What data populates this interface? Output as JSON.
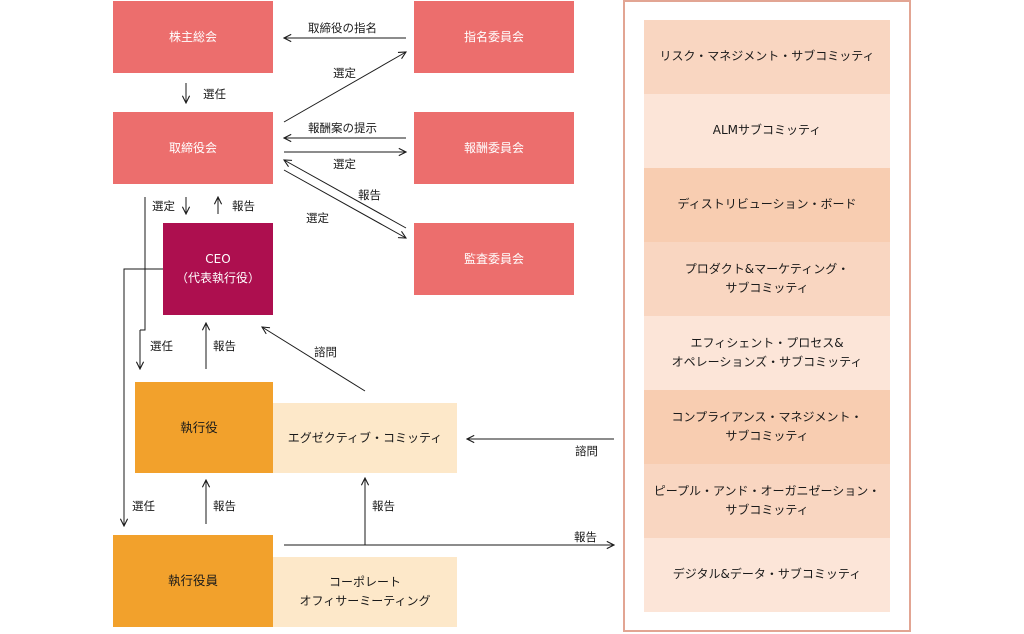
{
  "boxes": {
    "shareholders": "株主総会",
    "board": "取締役会",
    "nomination": "指名委員会",
    "compensation": "報酬委員会",
    "audit": "監査委員会",
    "ceo_line1": "CEO",
    "ceo_line2": "（代表執行役）",
    "executive_officers": "執行役",
    "executive_committee": "エグゼクティブ・コミッティ",
    "managing_officers": "執行役員",
    "corporate_meeting_line1": "コーポレート",
    "corporate_meeting_line2": "オフィサーミーティング"
  },
  "subcommittees": [
    {
      "line1": "リスク・マネジメント・サブコミッティ",
      "line2": ""
    },
    {
      "line1": "ALMサブコミッティ",
      "line2": ""
    },
    {
      "line1": "ディストリビューション・ボード",
      "line2": ""
    },
    {
      "line1": "プロダクト&マーケティング・",
      "line2": "サブコミッティ"
    },
    {
      "line1": "エフィシェント・プロセス&",
      "line2": "オペレーションズ・サブコミッティ"
    },
    {
      "line1": "コンプライアンス・マネジメント・",
      "line2": "サブコミッティ"
    },
    {
      "line1": "ピープル・アンド・オーガニゼーション・",
      "line2": "サブコミッティ"
    },
    {
      "line1": "デジタル&データ・サブコミッティ",
      "line2": ""
    }
  ],
  "labels": {
    "nominate_directors": "取締役の指名",
    "elect_1": "選任",
    "select_nomination": "選定",
    "compensation_proposal": "報酬案の提示",
    "select_compensation": "選定",
    "report_audit": "報告",
    "select_audit": "選定",
    "select_ceo": "選定",
    "report_ceo": "報告",
    "elect_officers": "選任",
    "report_officers": "報告",
    "consult_ceo": "諮問",
    "consult_exec": "諮問",
    "elect_managing": "選任",
    "report_managing": "報告",
    "report_meeting": "報告",
    "report_sub": "報告"
  },
  "colors": {
    "red": "#ec6e6d",
    "ceo": "#ad0f4f",
    "orange": "#f2a12c",
    "cream": "#fde8c9",
    "peach_dark": "#f8cdb1",
    "peach_light": "#fce5d8",
    "frame": "#e2a593"
  }
}
